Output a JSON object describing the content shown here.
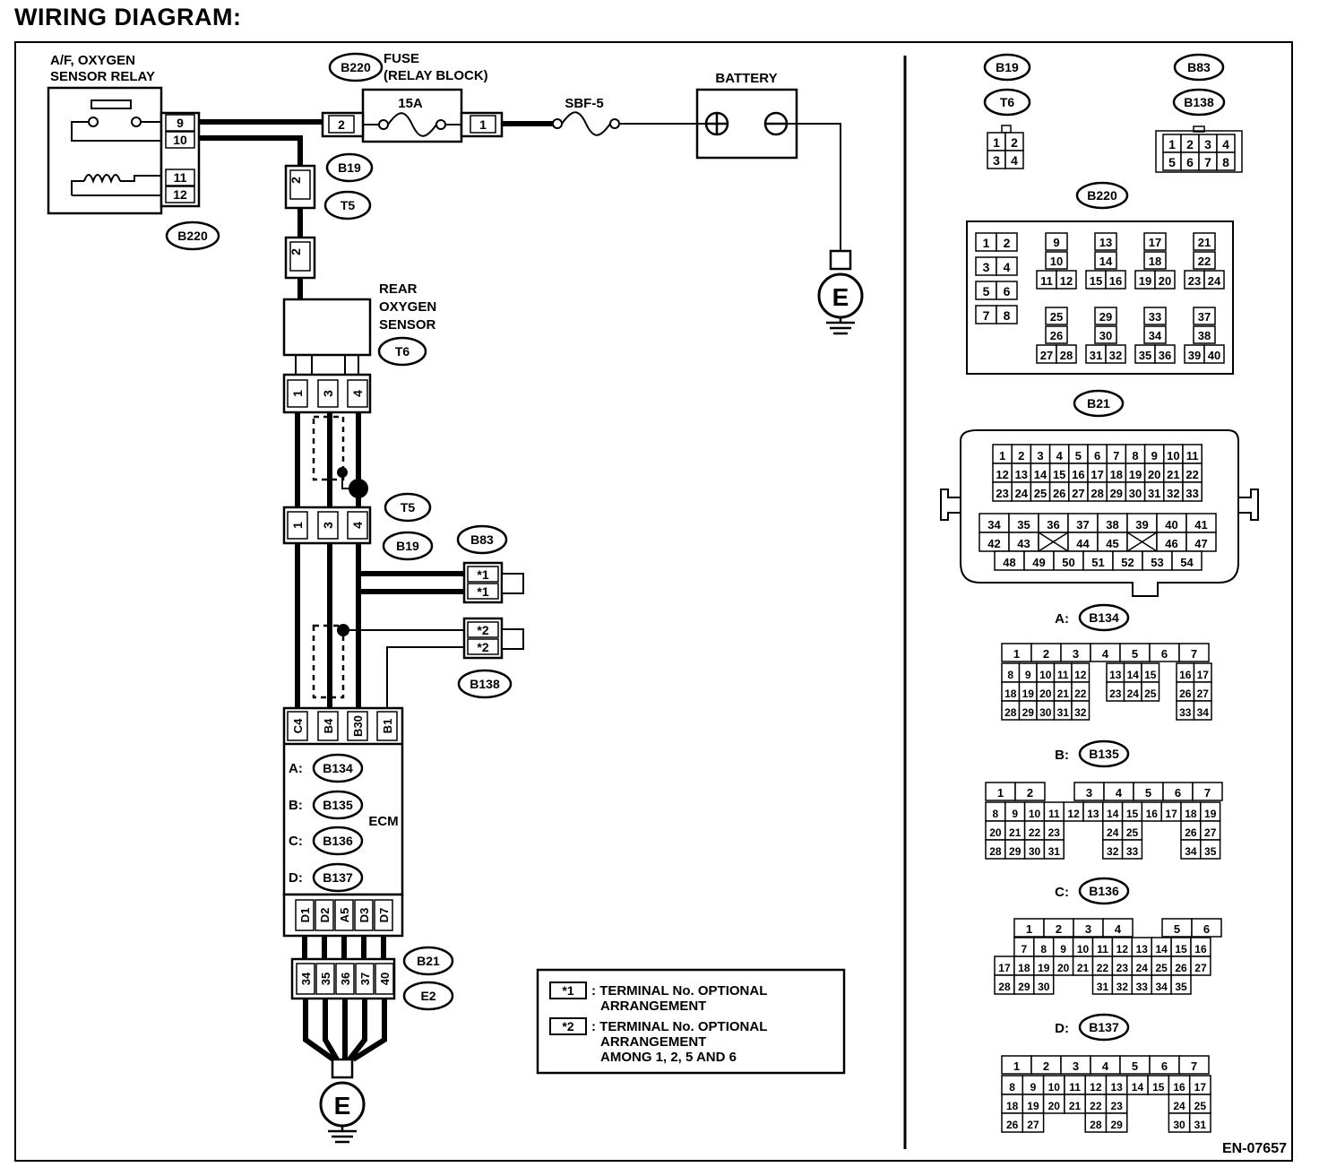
{
  "title": "WIRING DIAGRAM:",
  "doc_code": "EN-07657",
  "components": {
    "relay": {
      "line1": "A/F, OXYGEN",
      "line2": "SENSOR RELAY",
      "pins": [
        "9",
        "10",
        "11",
        "12"
      ],
      "connector": "B220"
    },
    "fuse": {
      "line1": "FUSE",
      "line2": "(RELAY BLOCK)",
      "rating": "15A",
      "pin_left": "2",
      "pin_right": "1",
      "connector": "B220"
    },
    "sbf": {
      "label": "SBF-5"
    },
    "battery": {
      "label": "BATTERY",
      "plus": "+",
      "minus": "−"
    },
    "ground": {
      "label": "E"
    },
    "b19_t5_top": {
      "pin": "2",
      "conn_a": "B19",
      "conn_b": "T5"
    },
    "rear_sensor": {
      "line1": "REAR",
      "line2": "OXYGEN",
      "line3": "SENSOR",
      "connector": "T6",
      "pins": [
        "1",
        "3",
        "4"
      ]
    },
    "mid_connector": {
      "pins": [
        "1",
        "3",
        "4"
      ],
      "conn_a": "T5",
      "conn_b": "B19"
    },
    "b83": {
      "connector": "B83",
      "pins": [
        "*1",
        "*1"
      ]
    },
    "b138": {
      "connector": "B138",
      "pins": [
        "*2",
        "*2"
      ]
    },
    "ecm": {
      "label": "ECM",
      "top_pins": [
        "C4",
        "B4",
        "B30",
        "B1"
      ],
      "bottom_pins": [
        "D1",
        "D2",
        "A5",
        "D3",
        "D7"
      ],
      "rows": [
        {
          "prefix": "A:",
          "connector": "B134"
        },
        {
          "prefix": "B:",
          "connector": "B135"
        },
        {
          "prefix": "C:",
          "connector": "B136"
        },
        {
          "prefix": "D:",
          "connector": "B137"
        }
      ]
    },
    "b21_e2": {
      "pins": [
        "34",
        "35",
        "36",
        "37",
        "40"
      ],
      "conn_a": "B21",
      "conn_b": "E2"
    }
  },
  "legend": {
    "k1": {
      "key": "*1",
      "line1": ": TERMINAL No. OPTIONAL",
      "line2": "ARRANGEMENT"
    },
    "k2": {
      "key": "*2",
      "line1": ": TERMINAL No. OPTIONAL",
      "line2": "ARRANGEMENT",
      "line3": "AMONG 1, 2, 5 AND 6"
    }
  },
  "connector_faces": {
    "b19_t6": {
      "labels": [
        "B19",
        "T6"
      ],
      "rows": [
        [
          "1",
          "2"
        ],
        [
          "3",
          "4"
        ]
      ]
    },
    "b83_b138": {
      "labels": [
        "B83",
        "B138"
      ],
      "rows": [
        [
          "1",
          "2",
          "3",
          "4"
        ],
        [
          "5",
          "6",
          "7",
          "8"
        ]
      ]
    },
    "b220": {
      "label": "B220",
      "left_pairs": [
        [
          "1",
          "2"
        ],
        [
          "3",
          "4"
        ],
        [
          "5",
          "6"
        ],
        [
          "7",
          "8"
        ]
      ],
      "groups": [
        [
          "9",
          "10",
          "11",
          "12"
        ],
        [
          "13",
          "14",
          "15",
          "16"
        ],
        [
          "17",
          "18",
          "19",
          "20"
        ],
        [
          "21",
          "22",
          "23",
          "24"
        ],
        [
          "25",
          "26",
          "27",
          "28"
        ],
        [
          "29",
          "30",
          "31",
          "32"
        ],
        [
          "33",
          "34",
          "35",
          "36"
        ],
        [
          "37",
          "38",
          "39",
          "40"
        ]
      ]
    },
    "b21": {
      "label": "B21",
      "top_rows": [
        [
          "1",
          "2",
          "3",
          "4",
          "5",
          "6",
          "7",
          "8",
          "9",
          "10",
          "11"
        ],
        [
          "12",
          "13",
          "14",
          "15",
          "16",
          "17",
          "18",
          "19",
          "20",
          "21",
          "22"
        ],
        [
          "23",
          "24",
          "25",
          "26",
          "27",
          "28",
          "29",
          "30",
          "31",
          "32",
          "33"
        ]
      ],
      "bottom_rows": [
        [
          "34",
          "35",
          "36",
          "37",
          "38",
          "39",
          "40",
          "41"
        ],
        [
          "42",
          "43",
          "X",
          "44",
          "45",
          "X",
          "46",
          "47"
        ],
        [
          "48",
          "49",
          "50",
          "51",
          "52",
          "53",
          "54"
        ]
      ]
    },
    "b134": {
      "prefix": "A:",
      "label": "B134",
      "row1": [
        "1",
        "2",
        "3",
        "4",
        "5",
        "6",
        "7"
      ],
      "rows": [
        [
          "8",
          "9",
          "10",
          "11",
          "12",
          "",
          "13",
          "14",
          "15",
          "",
          "16",
          "17"
        ],
        [
          "18",
          "19",
          "20",
          "21",
          "22",
          "",
          "23",
          "24",
          "25",
          "",
          "26",
          "27"
        ],
        [
          "28",
          "29",
          "30",
          "31",
          "32",
          "",
          "",
          "",
          "",
          "",
          "33",
          "34"
        ]
      ]
    },
    "b135": {
      "prefix": "B:",
      "label": "B135",
      "row1": [
        "1",
        "2",
        "",
        "3",
        "4",
        "5",
        "6",
        "7"
      ],
      "rows": [
        [
          "8",
          "9",
          "10",
          "11",
          "12",
          "13",
          "14",
          "15",
          "16",
          "17",
          "18",
          "19"
        ],
        [
          "20",
          "21",
          "22",
          "23",
          "",
          "",
          "24",
          "25",
          "",
          "",
          "26",
          "27"
        ],
        [
          "28",
          "29",
          "30",
          "31",
          "",
          "",
          "32",
          "33",
          "",
          "",
          "34",
          "35"
        ]
      ]
    },
    "b136": {
      "prefix": "C:",
      "label": "B136",
      "row1": [
        "1",
        "2",
        "3",
        "4",
        "",
        "5",
        "6"
      ],
      "rows": [
        [
          "",
          "7",
          "8",
          "9",
          "10",
          "11",
          "12",
          "13",
          "14",
          "15",
          "16"
        ],
        [
          "17",
          "18",
          "19",
          "20",
          "21",
          "22",
          "23",
          "24",
          "25",
          "26",
          "27"
        ],
        [
          "28",
          "29",
          "30",
          "",
          "",
          "31",
          "32",
          "33",
          "34",
          "35"
        ]
      ]
    },
    "b137": {
      "prefix": "D:",
      "label": "B137",
      "row1": [
        "1",
        "2",
        "3",
        "4",
        "5",
        "6",
        "7"
      ],
      "rows": [
        [
          "8",
          "9",
          "10",
          "11",
          "12",
          "13",
          "14",
          "15",
          "16",
          "17"
        ],
        [
          "18",
          "19",
          "20",
          "21",
          "22",
          "23",
          "",
          "",
          "24",
          "25"
        ],
        [
          "26",
          "27",
          "",
          "",
          "28",
          "29",
          "",
          "",
          "30",
          "31"
        ]
      ]
    }
  }
}
